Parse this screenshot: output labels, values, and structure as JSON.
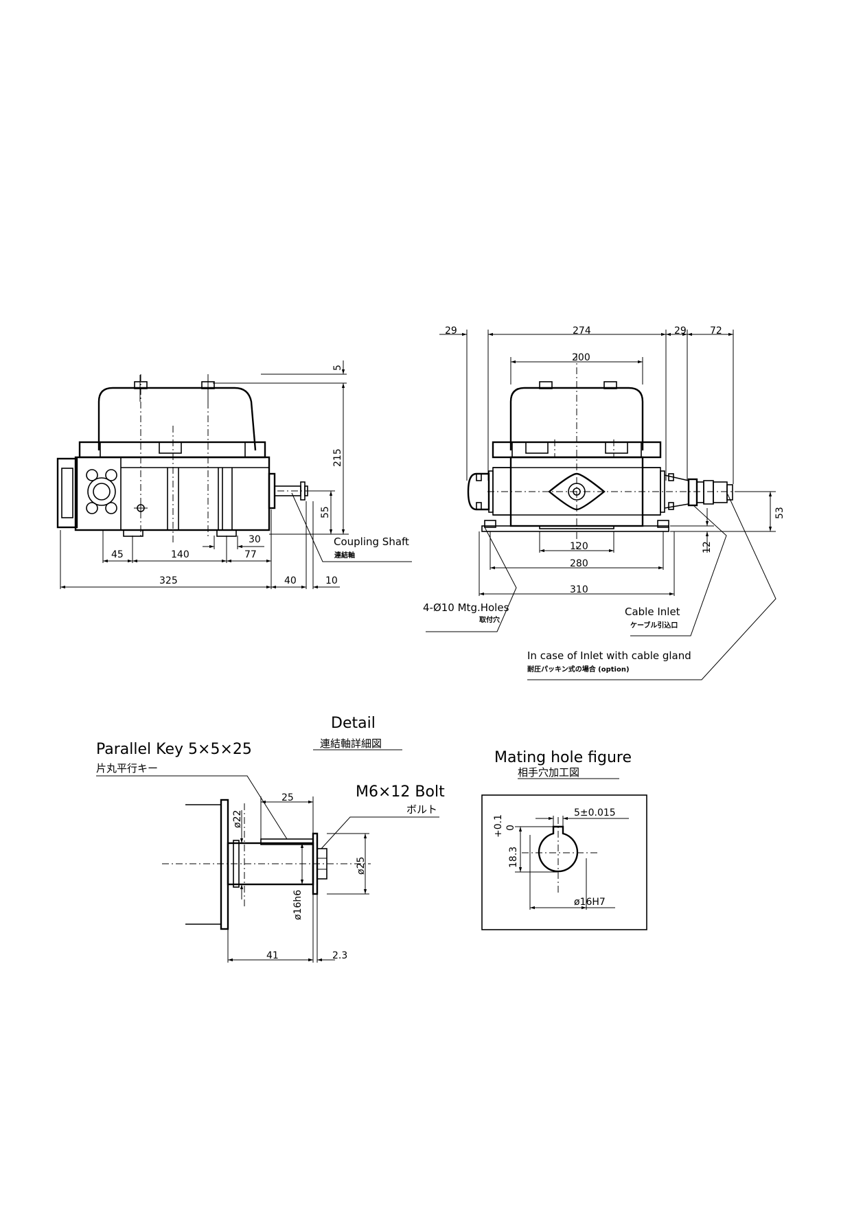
{
  "side_view": {
    "dimensions": {
      "top_gap": "5",
      "height": "215",
      "shaft_height": "55",
      "d30": "30",
      "d45": "45",
      "d140": "140",
      "d77": "77",
      "overall": "325",
      "d40": "40",
      "d10": "10"
    },
    "coupling_label": "Coupling Shaft",
    "coupling_label_jp": "連結軸"
  },
  "front_view": {
    "dimensions": {
      "d29_left": "29",
      "d274": "274",
      "d29_right": "29",
      "d72": "72",
      "d200": "200",
      "d53": "53",
      "d12": "12",
      "d120": "120",
      "d280": "280",
      "d310": "310"
    },
    "mtg_label": "4-Ø10 Mtg.Holes",
    "mtg_label_jp": "取付穴",
    "cable_label": "Cable Inlet",
    "cable_label_jp": "ケーブル引込口",
    "gland_label": "In case of Inlet with cable gland",
    "gland_label_jp": "耐圧パッキン式の場合 (option)"
  },
  "detail": {
    "title": "Detail",
    "title_jp": "連結軸詳細図",
    "key_label": "Parallel Key 5×5×25",
    "key_label_jp": "片丸平行キー",
    "bolt_label": "M6×12 Bolt",
    "bolt_label_jp": "ボルト",
    "dimensions": {
      "d25_len": "25",
      "d22": "ø22",
      "d25_dia": "ø25",
      "d16h6": "ø16h6",
      "d41": "41",
      "d23": "2.3"
    }
  },
  "mating": {
    "title": "Mating hole figure",
    "title_jp": "相手穴加工図",
    "dimensions": {
      "tol_plus": "+0.1",
      "tol_zero": "0",
      "key_width": "5±0.015",
      "depth": "18.3",
      "bore": "ø16H7"
    }
  }
}
